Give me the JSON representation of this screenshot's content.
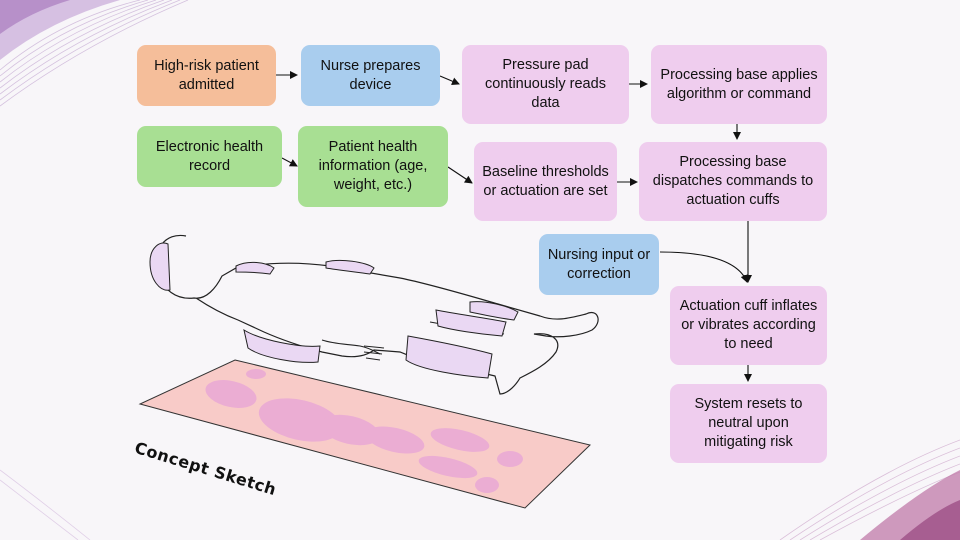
{
  "nodes": {
    "admitted": "High-risk patient admitted",
    "nurse_prepares": "Nurse prepares device",
    "pressure_pad": "Pressure pad continuously reads data",
    "processing_algo": "Processing base applies algorithm or command",
    "ehr": "Electronic health record",
    "patient_info": "Patient health information (age, weight, etc.)",
    "baseline": "Baseline thresholds or actuation are set",
    "dispatch": "Processing base dispatches commands to actuation cuffs",
    "nursing_input": "Nursing input or correction",
    "cuff_inflates": "Actuation cuff inflates or vibrates according to need",
    "system_resets": "System resets to neutral upon mitigating risk"
  },
  "sketch": {
    "caption": "Concept Sketch"
  },
  "colors": {
    "orange": "#f5be9a",
    "blue": "#a9cdee",
    "pink": "#efcdee",
    "green": "#a8df93",
    "mat": "#f8cbc8",
    "pressure_spots": "#e9a8d6",
    "cuffs": "#ead8f3"
  }
}
